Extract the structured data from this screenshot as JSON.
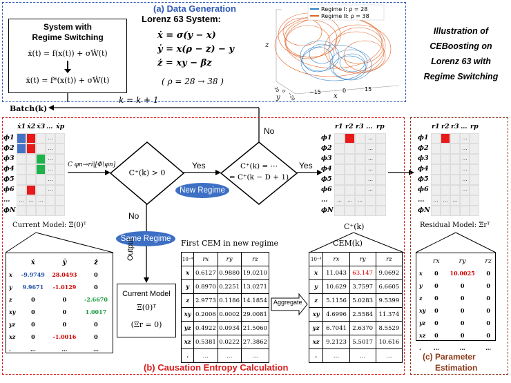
{
  "section_a": {
    "title": "(a) Data Generation",
    "system_box": {
      "title_line1": "System with",
      "title_line2": "Regime Switching",
      "eq1": "ẋ(t) = f(x(t)) + σẆ(t)",
      "eq2": "ẋ(t) = f*(x(t)) + σẆ(t)"
    },
    "lorenz": {
      "title": "Lorenz 63 System:",
      "eq_x": "ẋ = σ(y − x)",
      "eq_y": "ẏ = x(ρ − z) − y",
      "eq_z": "ż = xy − βz",
      "rho_change": "( ρ = 28 → 38 )"
    },
    "plot": {
      "legend": [
        {
          "label": "Regime I: ρ = 28",
          "color": "#2e7fc4"
        },
        {
          "label": "Regime II: ρ = 38",
          "color": "#e06325"
        }
      ],
      "z_label": "z",
      "x_label": "x",
      "y_label": "y",
      "ticks": [
        "−15",
        "0",
        "15"
      ],
      "y_ticks": [
        "20",
        "0",
        "−20"
      ]
    }
  },
  "side_title": {
    "line1": "Illustration of",
    "line2": "CEBoosting on",
    "line3": "Lorenz 63 with",
    "line4": "Regime Switching"
  },
  "batch_label": "Batch(k)",
  "loop_label": "k = k + 1",
  "no_top": "No",
  "yes1": "Yes",
  "yes2": "Yes",
  "no_bottom": "No",
  "output_label": "Output",
  "cond_arrow_label": "C φn→ri|[Φ\\φn]",
  "diamond1": "C⁺(k) > 0",
  "diamond2_line1": "C⁺(k) = ⋯",
  "diamond2_line2": "= C⁺(k − D + 1)",
  "new_regime": "New Regime",
  "same_regime": "Same Regime",
  "current_model_box": {
    "line1": "Current Model",
    "line2": "Ξ(0)ᵀ",
    "line3": "(Ξr = 0)"
  },
  "current_model_label": "Current Model: Ξ(0)ᵀ",
  "residual_model_label": "Residual Model: Ξrᵀ",
  "cplus_label": "C⁺(k)",
  "aggregate": "Aggregate",
  "first_cem_title": "First CEM in new regime",
  "cem_title": "CEM(k)",
  "section_b_title": "(b)  Causation Entropy Calculation",
  "section_c_title_line1": "(c) Parameter",
  "section_c_title_line2": "Estimation",
  "lib_matrix": {
    "cols": [
      "ẋ1",
      "ẋ2",
      "ẋ3",
      "…",
      "ẋp"
    ],
    "rows": [
      "ϕ1",
      "ϕ2",
      "ϕ3",
      "ϕ4",
      "ϕ5",
      "ϕ6",
      "…",
      "ϕN"
    ]
  },
  "mid_matrix": {
    "cols": [
      "r1",
      "r2",
      "r3",
      "…",
      "rp"
    ],
    "rows": [
      "ϕ1",
      "ϕ2",
      "ϕ3",
      "ϕ4",
      "ϕ5",
      "ϕ6",
      "…",
      "ϕN"
    ]
  },
  "right_matrix": {
    "cols": [
      "r1",
      "r2",
      "r3",
      "…",
      "rp"
    ],
    "rows": [
      "ϕ1",
      "ϕ2",
      "ϕ3",
      "ϕ4",
      "ϕ5",
      "ϕ6",
      "…",
      "ϕN"
    ]
  },
  "xi_table": {
    "cols": [
      "ẋ",
      "ẏ",
      "ż"
    ],
    "rows": [
      {
        "label": "x",
        "vals": [
          "-9.9749",
          "28.0493",
          "0"
        ],
        "colors": [
          "#1f4fa8",
          "#d00000",
          "#000"
        ]
      },
      {
        "label": "y",
        "vals": [
          "9.9671",
          "-1.0129",
          "0"
        ],
        "colors": [
          "#1f4fa8",
          "#d00000",
          "#000"
        ]
      },
      {
        "label": "z",
        "vals": [
          "0",
          "0",
          "-2.6670"
        ],
        "colors": [
          "#000",
          "#000",
          "#1a9a3a"
        ]
      },
      {
        "label": "xy",
        "vals": [
          "0",
          "0",
          "1.0017"
        ],
        "colors": [
          "#000",
          "#000",
          "#1a9a3a"
        ]
      },
      {
        "label": "yz",
        "vals": [
          "0",
          "0",
          "0"
        ],
        "colors": [
          "#000",
          "#000",
          "#000"
        ]
      },
      {
        "label": "xz",
        "vals": [
          "0",
          "-1.0016",
          "0"
        ],
        "colors": [
          "#000",
          "#d00000",
          "#000"
        ]
      },
      {
        "label": ".",
        "vals": [
          "…",
          "…",
          "…"
        ],
        "colors": [
          "#000",
          "#000",
          "#000"
        ]
      }
    ]
  },
  "first_cem_table": {
    "corner": "10⁻⁴",
    "cols": [
      "rx",
      "ry",
      "rz"
    ],
    "rows": [
      {
        "label": "x",
        "vals": [
          "0.6127",
          "0.9880",
          "19.0210"
        ]
      },
      {
        "label": "y",
        "vals": [
          "0.8970",
          "0.2251",
          "13.0271"
        ]
      },
      {
        "label": "z",
        "vals": [
          "2.9773",
          "0.1186",
          "14.1854"
        ]
      },
      {
        "label": "xy",
        "vals": [
          "0.2006",
          "0.0002",
          "29.0081"
        ]
      },
      {
        "label": "yz",
        "vals": [
          "0.4922",
          "0.0934",
          "21.5060"
        ]
      },
      {
        "label": "xz",
        "vals": [
          "0.5381",
          "0.0222",
          "27.3862"
        ]
      },
      {
        "label": ".",
        "vals": [
          "…",
          "…",
          "…"
        ]
      }
    ]
  },
  "cem_k_table": {
    "corner": "10⁻⁴",
    "cols": [
      "rx",
      "ry",
      "rz"
    ],
    "rows": [
      {
        "label": "x",
        "vals": [
          "11.043",
          "63.147",
          "9.0692"
        ],
        "red": 1
      },
      {
        "label": "y",
        "vals": [
          "10.629",
          "3.7597",
          "6.6605"
        ]
      },
      {
        "label": "z",
        "vals": [
          "5.1156",
          "5.0283",
          "9.5399"
        ]
      },
      {
        "label": "xy",
        "vals": [
          "4.6996",
          "2.5584",
          "11.374"
        ]
      },
      {
        "label": "yz",
        "vals": [
          "6.7041",
          "2.6370",
          "8.5529"
        ]
      },
      {
        "label": "xz",
        "vals": [
          "9.2123",
          "5.5017",
          "10.616"
        ]
      },
      {
        "label": ".",
        "vals": [
          "…",
          "…",
          "…"
        ]
      }
    ]
  },
  "residual_table": {
    "cols": [
      "rx",
      "ry",
      "rz"
    ],
    "rows": [
      {
        "label": "x",
        "vals": [
          "0",
          "10.0025",
          "0"
        ],
        "red": 1
      },
      {
        "label": "y",
        "vals": [
          "0",
          "0",
          "0"
        ]
      },
      {
        "label": "z",
        "vals": [
          "0",
          "0",
          "0"
        ]
      },
      {
        "label": "xy",
        "vals": [
          "0",
          "0",
          "0"
        ]
      },
      {
        "label": "yz",
        "vals": [
          "0",
          "0",
          "0"
        ]
      },
      {
        "label": "xz",
        "vals": [
          "0",
          "0",
          "0"
        ]
      },
      {
        "label": ".",
        "vals": [
          "…",
          "…",
          "…"
        ]
      }
    ]
  },
  "colors": {
    "blue_dash": "#2e5ab8",
    "red_dash": "#d91c1c",
    "brown_dash": "#8b3a1a",
    "blue_cell": "#4472c4",
    "red_cell": "#e81919",
    "green_cell": "#1db24b"
  }
}
